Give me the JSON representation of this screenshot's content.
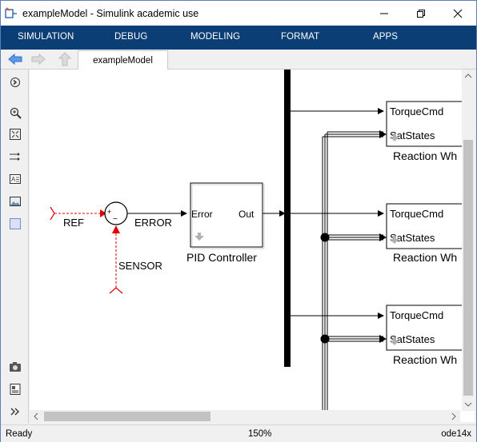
{
  "window": {
    "title": "exampleModel - Simulink academic use"
  },
  "ribbon": {
    "tabs": [
      "SIMULATION",
      "DEBUG",
      "MODELING",
      "FORMAT",
      "APPS"
    ]
  },
  "nav": {
    "document_tab": "exampleModel"
  },
  "diagram": {
    "signals": {
      "ref": "REF",
      "error": "ERROR",
      "sensor": "SENSOR"
    },
    "sum_signs": {
      "plus": "+",
      "minus": "−"
    },
    "pid_block": {
      "name": "PID Controller",
      "in_port": "Error",
      "out_port": "Out"
    },
    "subsystems": [
      {
        "port1": "TorqueCmd",
        "port2": "SatStates",
        "name": "Reaction Wh"
      },
      {
        "port1": "TorqueCmd",
        "port2": "SatStates",
        "name": "Reaction Wh"
      },
      {
        "port1": "TorqueCmd",
        "port2": "SatStates",
        "name": "Reaction Wh"
      }
    ]
  },
  "status": {
    "state": "Ready",
    "zoom": "150%",
    "solver": "ode14x"
  },
  "colors": {
    "ribbon_bg": "#0b3e75",
    "signal_red": "#e00000",
    "nav_arrow_blue": "#2f6fd6"
  }
}
